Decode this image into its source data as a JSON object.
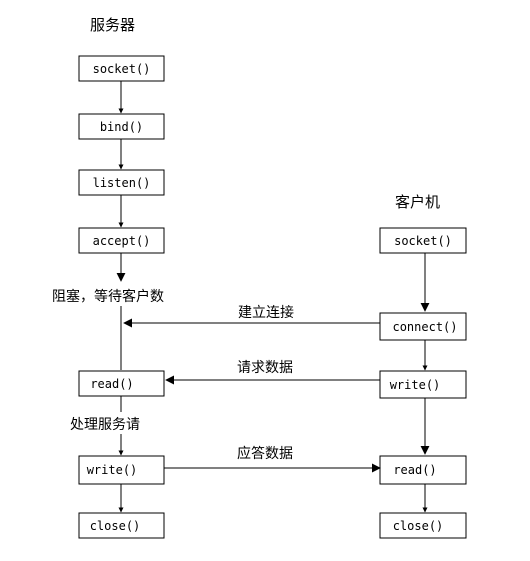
{
  "server": {
    "title": "服务器",
    "steps": {
      "socket": "socket()",
      "bind": "bind()",
      "listen": "listen()",
      "accept": "accept()",
      "read": "read()",
      "write": "write()",
      "close": "close()"
    },
    "blocking_note": "阻塞，等待客户数",
    "processing_note": "处理服务请"
  },
  "client": {
    "title": "客户机",
    "steps": {
      "socket": "socket()",
      "connect": "connect()",
      "write": "write()",
      "read": "read()",
      "close": "close()"
    }
  },
  "messages": {
    "connect": "建立连接",
    "request": "请求数据",
    "response": "应答数据"
  }
}
